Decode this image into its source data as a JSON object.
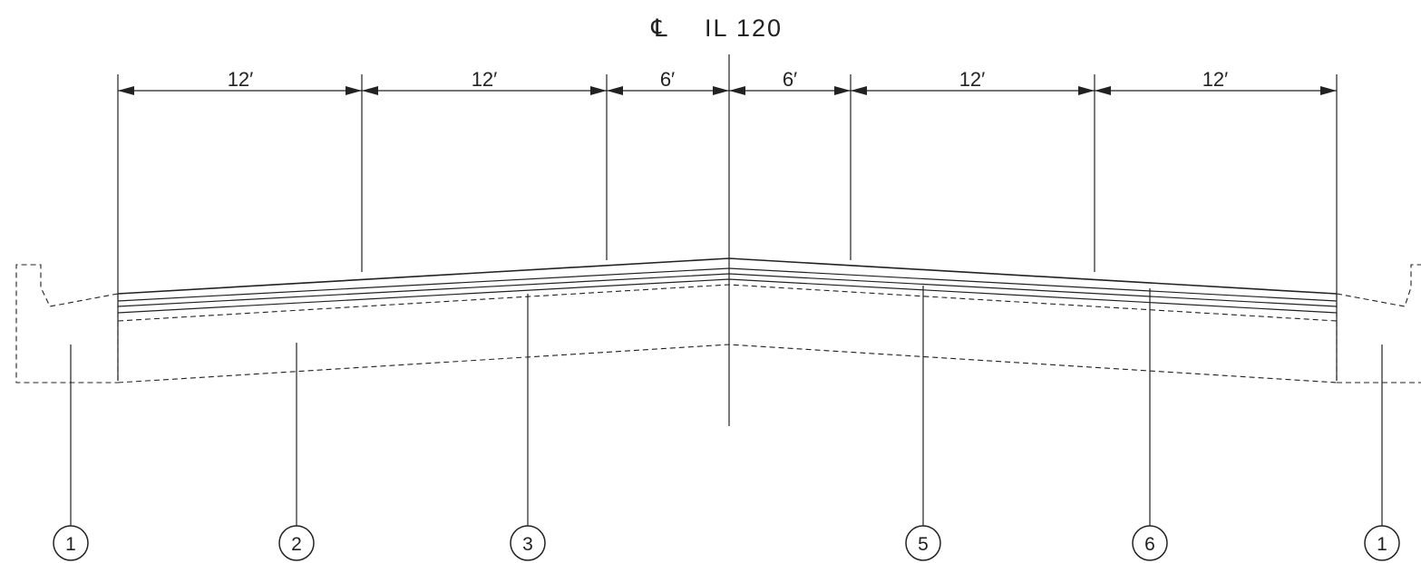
{
  "title": {
    "centerline_symbol": "℄",
    "label": "IL 120"
  },
  "dimensions": [
    "12′",
    "12′",
    "6′",
    "6′",
    "12′",
    "12′"
  ],
  "callouts": [
    "1",
    "2",
    "3",
    "5",
    "6",
    "1"
  ]
}
